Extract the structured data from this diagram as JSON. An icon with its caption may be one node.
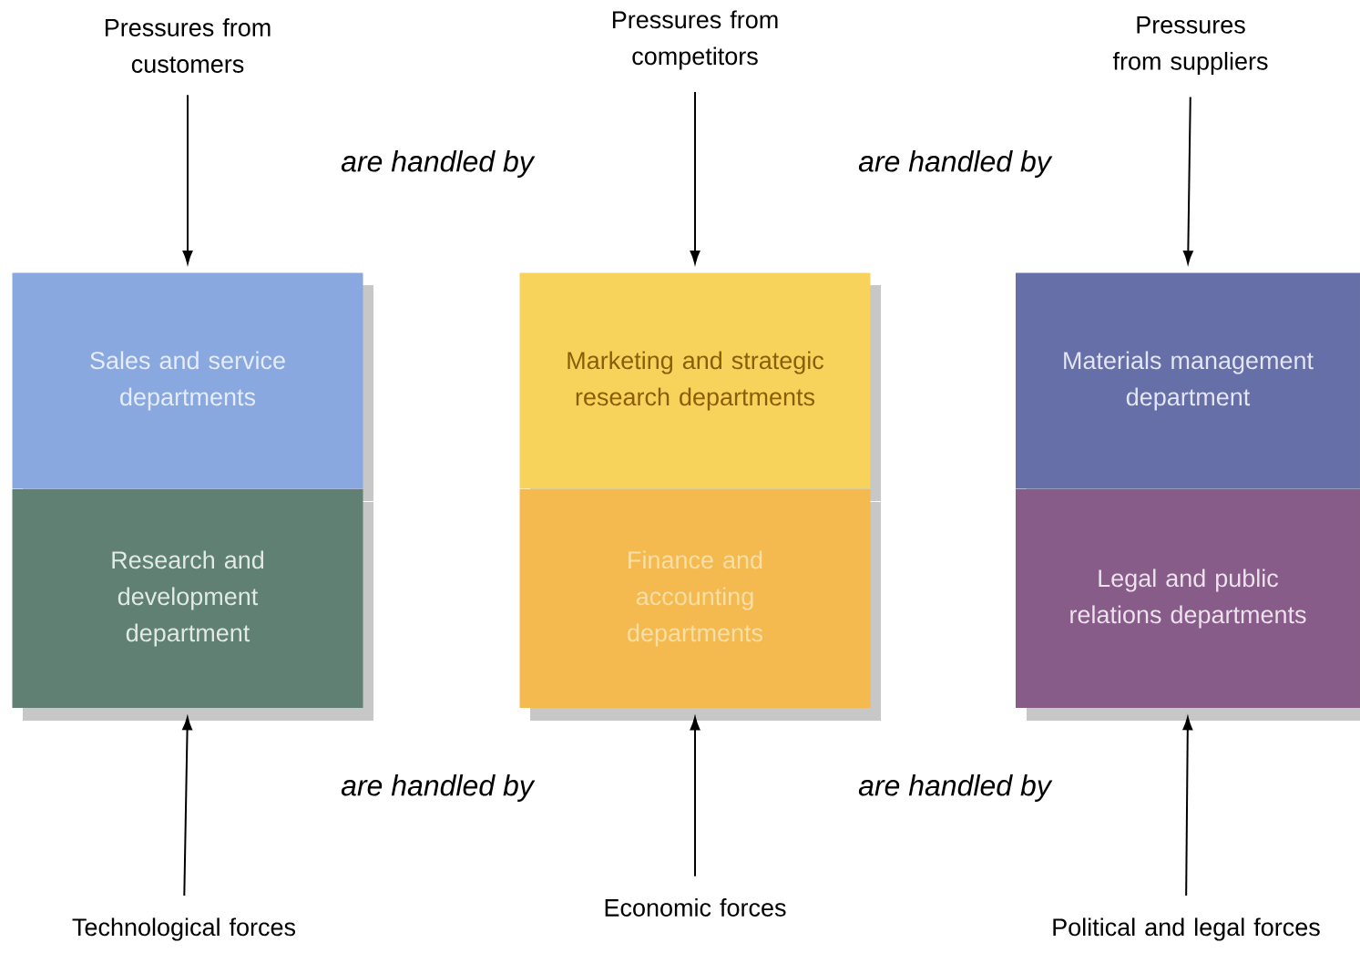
{
  "diagram": {
    "nodes": [
      {
        "text": [
          "Pressures from customers"
        ]
      },
      {
        "text": [
          "Pressures from competitors"
        ]
      },
      {
        "text": [
          "Pressures from suppliers"
        ]
      },
      {
        "text": [
          "Sales and service departments"
        ]
      },
      {
        "text": [
          "Marketing and strategic research departments"
        ]
      },
      {
        "text": [
          "Materials management department"
        ]
      },
      {
        "text": [
          "Research and development department"
        ]
      },
      {
        "text": [
          "Finance and accounting departments"
        ]
      },
      {
        "text": [
          "Legal and public relations departments"
        ]
      },
      {
        "text": [
          "Technological forces"
        ]
      },
      {
        "text": [
          "Economic forces"
        ]
      },
      {
        "text": [
          "Political and legal forces"
        ]
      }
    ],
    "edges": [
      {
        "from": 0,
        "to": 3,
        "arrow": "to"
      },
      {
        "from": 1,
        "to": 4,
        "arrow": "to"
      },
      {
        "from": 2,
        "to": 5,
        "arrow": "to"
      },
      {
        "from": 9,
        "to": 6,
        "arrow": "to"
      },
      {
        "from": 10,
        "to": 7,
        "arrow": "to"
      },
      {
        "from": 11,
        "to": 8,
        "arrow": "to"
      }
    ],
    "labels": [
      "are handled by",
      "are handled by",
      "are handled by",
      "are handled by"
    ]
  }
}
